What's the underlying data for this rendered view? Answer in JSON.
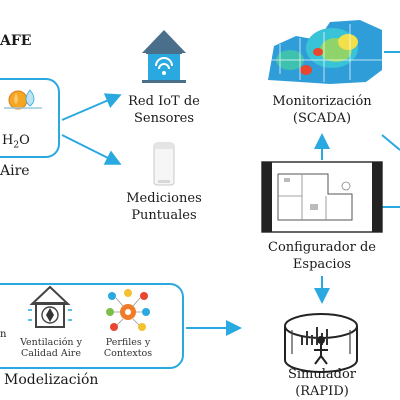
{
  "header": {
    "title_fragment": "AFE"
  },
  "nodes": {
    "air": {
      "formula": "H2O",
      "formula_base": "H",
      "formula_sub": "2",
      "formula_tail": "O",
      "label": "Aire"
    },
    "iot": {
      "line1": "Red IoT de",
      "line2": "Sensores"
    },
    "point": {
      "line1": "Mediciones",
      "line2": "Puntuales"
    },
    "scada": {
      "line1": "Monitorización",
      "line2": "(SCADA)"
    },
    "config": {
      "line1": "Configurador de",
      "line2": "Espacios"
    },
    "sim": {
      "line1": "Simulador",
      "line2": "(RAPID)"
    }
  },
  "modeling": {
    "title": "Modelización",
    "left_fragment": "n",
    "ventilation": {
      "line1": "Ventilación y",
      "line2": "Calidad Aire"
    },
    "profiles": {
      "line1": "Perfiles y",
      "line2": "Contextos"
    }
  },
  "colors": {
    "accent": "#29a9df",
    "arrow": "#29a9df"
  }
}
